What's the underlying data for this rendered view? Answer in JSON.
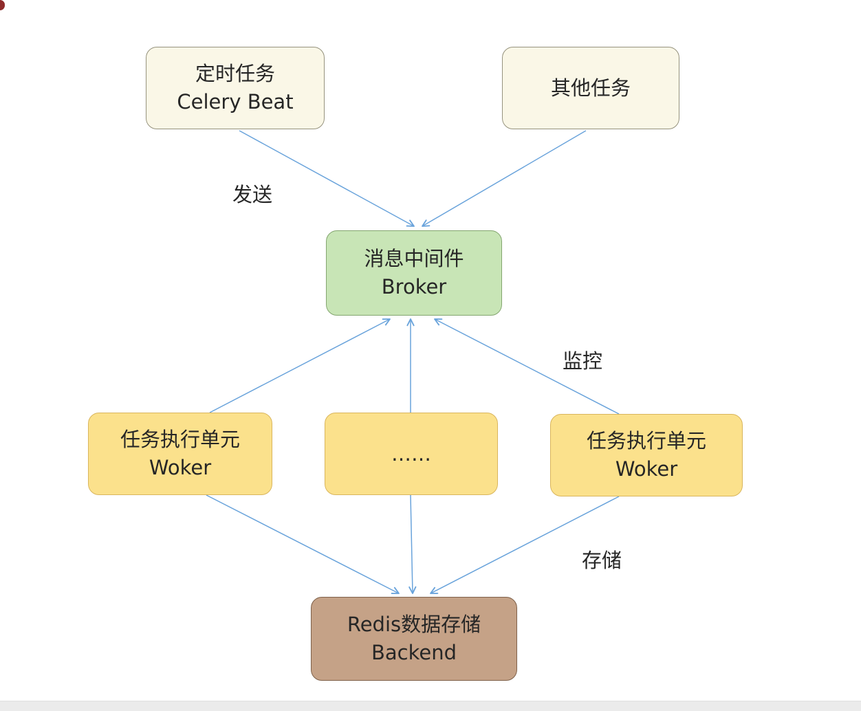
{
  "diagram": {
    "arrow_color": "#69A3DB",
    "nodes": {
      "celery_beat": {
        "line1": "定时任务",
        "line2": "Celery Beat",
        "fill": "#FAF7E7",
        "border": "#95927D"
      },
      "other_tasks": {
        "line1": "其他任务",
        "line2": "",
        "fill": "#FAF7E7",
        "border": "#95927D"
      },
      "broker": {
        "line1": "消息中间件",
        "line2": "Broker",
        "fill": "#C8E5B6",
        "border": "#83A56F"
      },
      "worker_left": {
        "line1": "任务执行单元",
        "line2": "Woker",
        "fill": "#FBE18C",
        "border": "#D9B55C"
      },
      "worker_mid": {
        "line1": "……",
        "line2": "",
        "fill": "#FBE18C",
        "border": "#D9B55C"
      },
      "worker_right": {
        "line1": "任务执行单元",
        "line2": "Woker",
        "fill": "#FBE18C",
        "border": "#D9B55C"
      },
      "backend": {
        "line1": "Redis数据存储",
        "line2": "Backend",
        "fill": "#C5A287",
        "border": "#7E6049"
      }
    },
    "edge_labels": {
      "send": "发送",
      "monitor": "监控",
      "store": "存储"
    },
    "edges": [
      {
        "from": "celery_beat",
        "to": "broker",
        "label": "发送"
      },
      {
        "from": "other_tasks",
        "to": "broker",
        "label": ""
      },
      {
        "from": "worker_left",
        "to": "broker",
        "label": ""
      },
      {
        "from": "worker_mid",
        "to": "broker",
        "label": ""
      },
      {
        "from": "worker_right",
        "to": "broker",
        "label": "监控"
      },
      {
        "from": "worker_left",
        "to": "backend",
        "label": ""
      },
      {
        "from": "worker_mid",
        "to": "backend",
        "label": ""
      },
      {
        "from": "worker_right",
        "to": "backend",
        "label": "存储"
      }
    ]
  }
}
